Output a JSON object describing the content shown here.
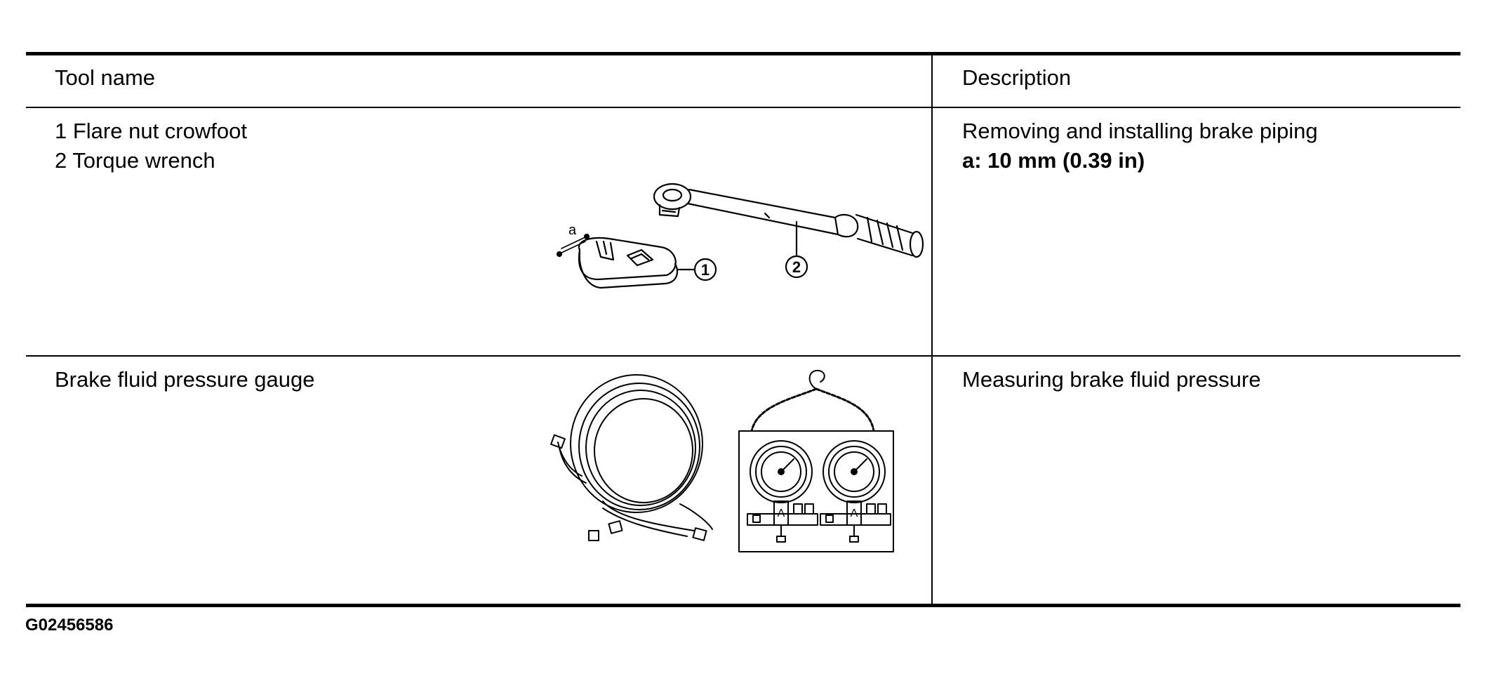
{
  "table": {
    "headers": {
      "tool_name": "Tool name",
      "description": "Description"
    },
    "rows": [
      {
        "tool_name_lines": [
          "1 Flare nut crowfoot",
          "2 Torque wrench"
        ],
        "description_lines": [
          "Removing and installing brake piping"
        ],
        "description_bold": "a: 10 mm (0.39 in)",
        "illustration": {
          "label_a": "a",
          "callout_1": "1",
          "callout_2": "2"
        }
      },
      {
        "tool_name_lines": [
          "Brake fluid pressure gauge"
        ],
        "description_lines": [
          "Measuring brake fluid pressure"
        ],
        "illustration": {
          "gauge_face_label": "A"
        }
      }
    ]
  },
  "figure_code": "G02456586"
}
